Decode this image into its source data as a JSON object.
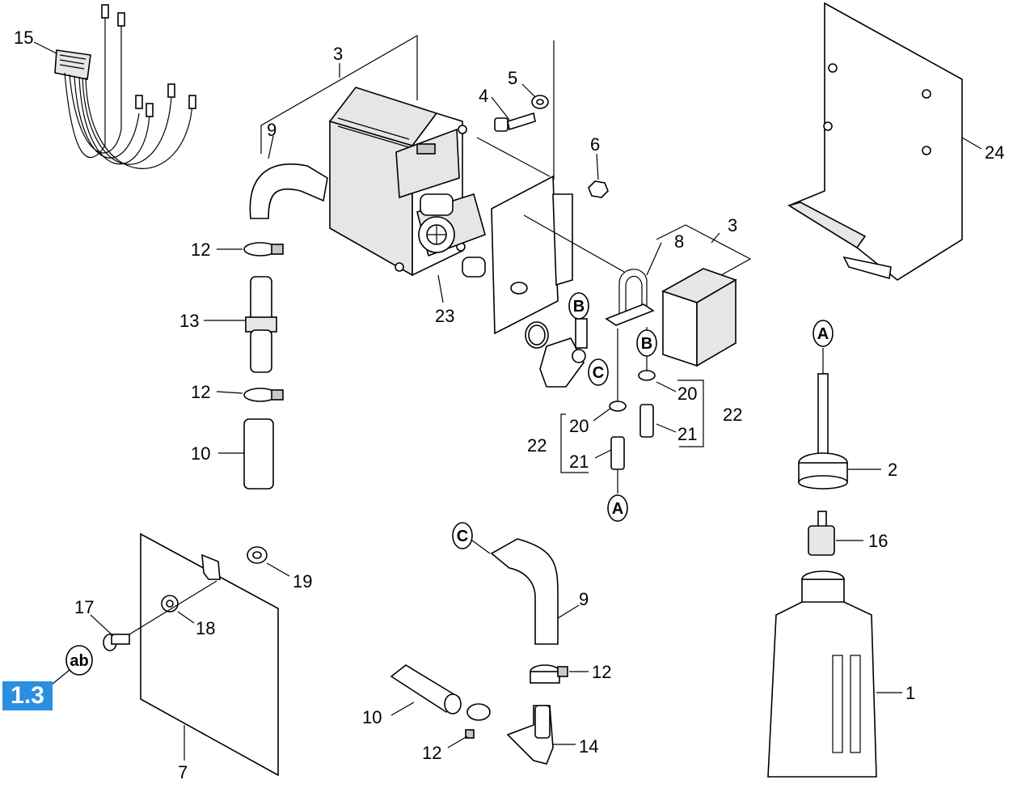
{
  "badge": "1.3",
  "labels": {
    "p1": "1",
    "p2": "2",
    "p3a": "3",
    "p3b": "3",
    "p4": "4",
    "p5": "5",
    "p6": "6",
    "p7": "7",
    "p8": "8",
    "p9a": "9",
    "p9b": "9",
    "p10a": "10",
    "p10b": "10",
    "p12a": "12",
    "p12b": "12",
    "p12c": "12",
    "p12d": "12",
    "p13": "13",
    "p14": "14",
    "p15": "15",
    "p16": "16",
    "p17": "17",
    "p18": "18",
    "p19": "19",
    "p20a": "20",
    "p20b": "20",
    "p21a": "21",
    "p21b": "21",
    "p22a": "22",
    "p22b": "22",
    "p23": "23",
    "p24": "24"
  },
  "callouts": {
    "b1": "B",
    "b2": "B",
    "c1": "C",
    "c2": "C",
    "a1": "A",
    "a2": "A",
    "ab": "ab"
  }
}
